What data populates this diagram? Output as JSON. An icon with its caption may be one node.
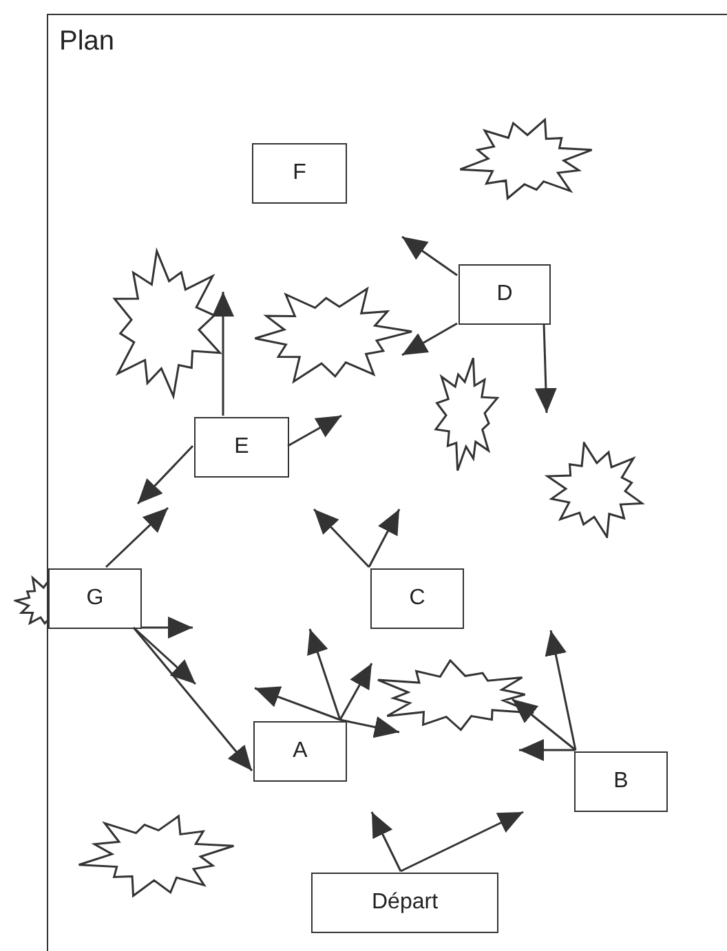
{
  "diagram": {
    "nodes": [
      {
        "text": [
          "Plan"
        ]
      },
      {
        "text": [],
        "shape": "starburst",
        "in": 0
      },
      {
        "text": [
          "F"
        ],
        "in": 0
      },
      {
        "text": [],
        "shape": "starburst",
        "in": 0
      },
      {
        "text": [
          "D"
        ],
        "in": 0
      },
      {
        "text": [],
        "shape": "starburst",
        "in": 0
      },
      {
        "text": [],
        "shape": "starburst",
        "in": 0
      },
      {
        "text": [
          "E"
        ],
        "in": 0
      },
      {
        "text": [],
        "shape": "starburst",
        "in": 0
      },
      {
        "text": [],
        "shape": "starburst"
      },
      {
        "text": [
          "G"
        ],
        "in": 0
      },
      {
        "text": [
          "C"
        ],
        "in": 0
      },
      {
        "text": [],
        "shape": "starburst",
        "in": 0
      },
      {
        "text": [
          "A"
        ],
        "in": 0
      },
      {
        "text": [
          "B"
        ],
        "in": 0
      },
      {
        "text": [],
        "shape": "starburst",
        "in": 0
      },
      {
        "text": [
          "Départ"
        ],
        "in": 0
      }
    ],
    "edges": [
      {
        "from": 4,
        "to": null,
        "arrow": "to"
      },
      {
        "from": 4,
        "to": 5,
        "arrow": "to"
      },
      {
        "from": 4,
        "to": null,
        "arrow": "to"
      },
      {
        "from": 7,
        "to": 3,
        "arrow": "to"
      },
      {
        "from": 7,
        "to": null,
        "arrow": "to"
      },
      {
        "from": 7,
        "to": null,
        "arrow": "to"
      },
      {
        "from": 10,
        "to": null,
        "arrow": "to"
      },
      {
        "from": 10,
        "to": null,
        "arrow": "to"
      },
      {
        "from": 10,
        "to": null,
        "arrow": "to"
      },
      {
        "from": 10,
        "to": 13,
        "arrow": "to"
      },
      {
        "from": 11,
        "to": null,
        "arrow": "to"
      },
      {
        "from": 11,
        "to": null,
        "arrow": "to"
      },
      {
        "from": 13,
        "to": null,
        "arrow": "to"
      },
      {
        "from": 13,
        "to": null,
        "arrow": "to"
      },
      {
        "from": 13,
        "to": 12,
        "arrow": "to"
      },
      {
        "from": 13,
        "to": 12,
        "arrow": "to"
      },
      {
        "from": 14,
        "to": null,
        "arrow": "to"
      },
      {
        "from": 14,
        "to": 12,
        "arrow": "to"
      },
      {
        "from": 14,
        "to": null,
        "arrow": "to"
      },
      {
        "from": 16,
        "to": null,
        "arrow": "to"
      },
      {
        "from": 16,
        "to": null,
        "arrow": "to"
      }
    ]
  }
}
